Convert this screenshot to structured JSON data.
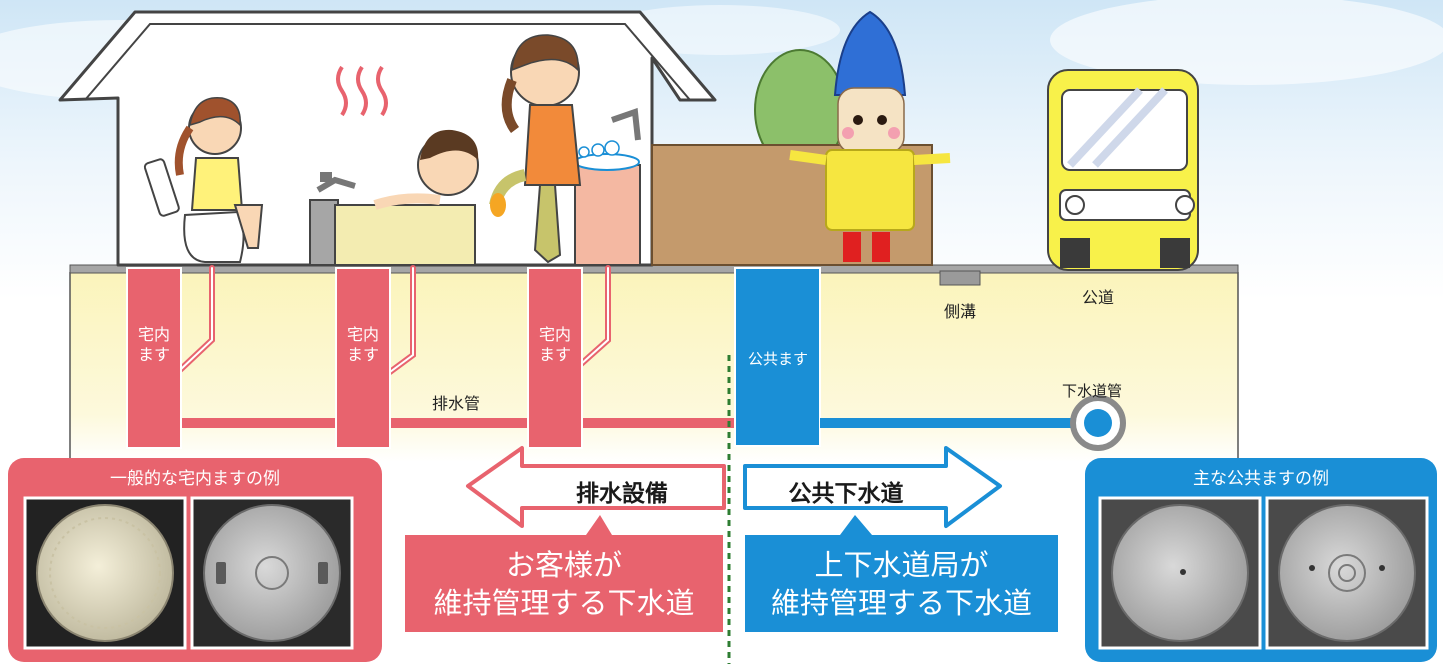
{
  "labels": {
    "takunai_masu": "宅内\nます",
    "haisuikan": "排水管",
    "kokyo_masu": "公共ます",
    "sokko": "側溝",
    "kodo": "公道",
    "gesuidokan": "下水道管"
  },
  "left_panel": {
    "title": "一般的な宅内ますの例"
  },
  "right_panel": {
    "title": "主な公共ますの例"
  },
  "arrows": {
    "left": "排水設備",
    "right": "公共下水道"
  },
  "callouts": {
    "left": "お客様が\n維持管理する下水道",
    "right": "上下水道局が\n維持管理する下水道"
  },
  "colors": {
    "private": "#e8636e",
    "public": "#1a8fd6",
    "ground": "#fbf6c4",
    "road": "#9a9a9a",
    "boundary": "#2e7d32"
  }
}
